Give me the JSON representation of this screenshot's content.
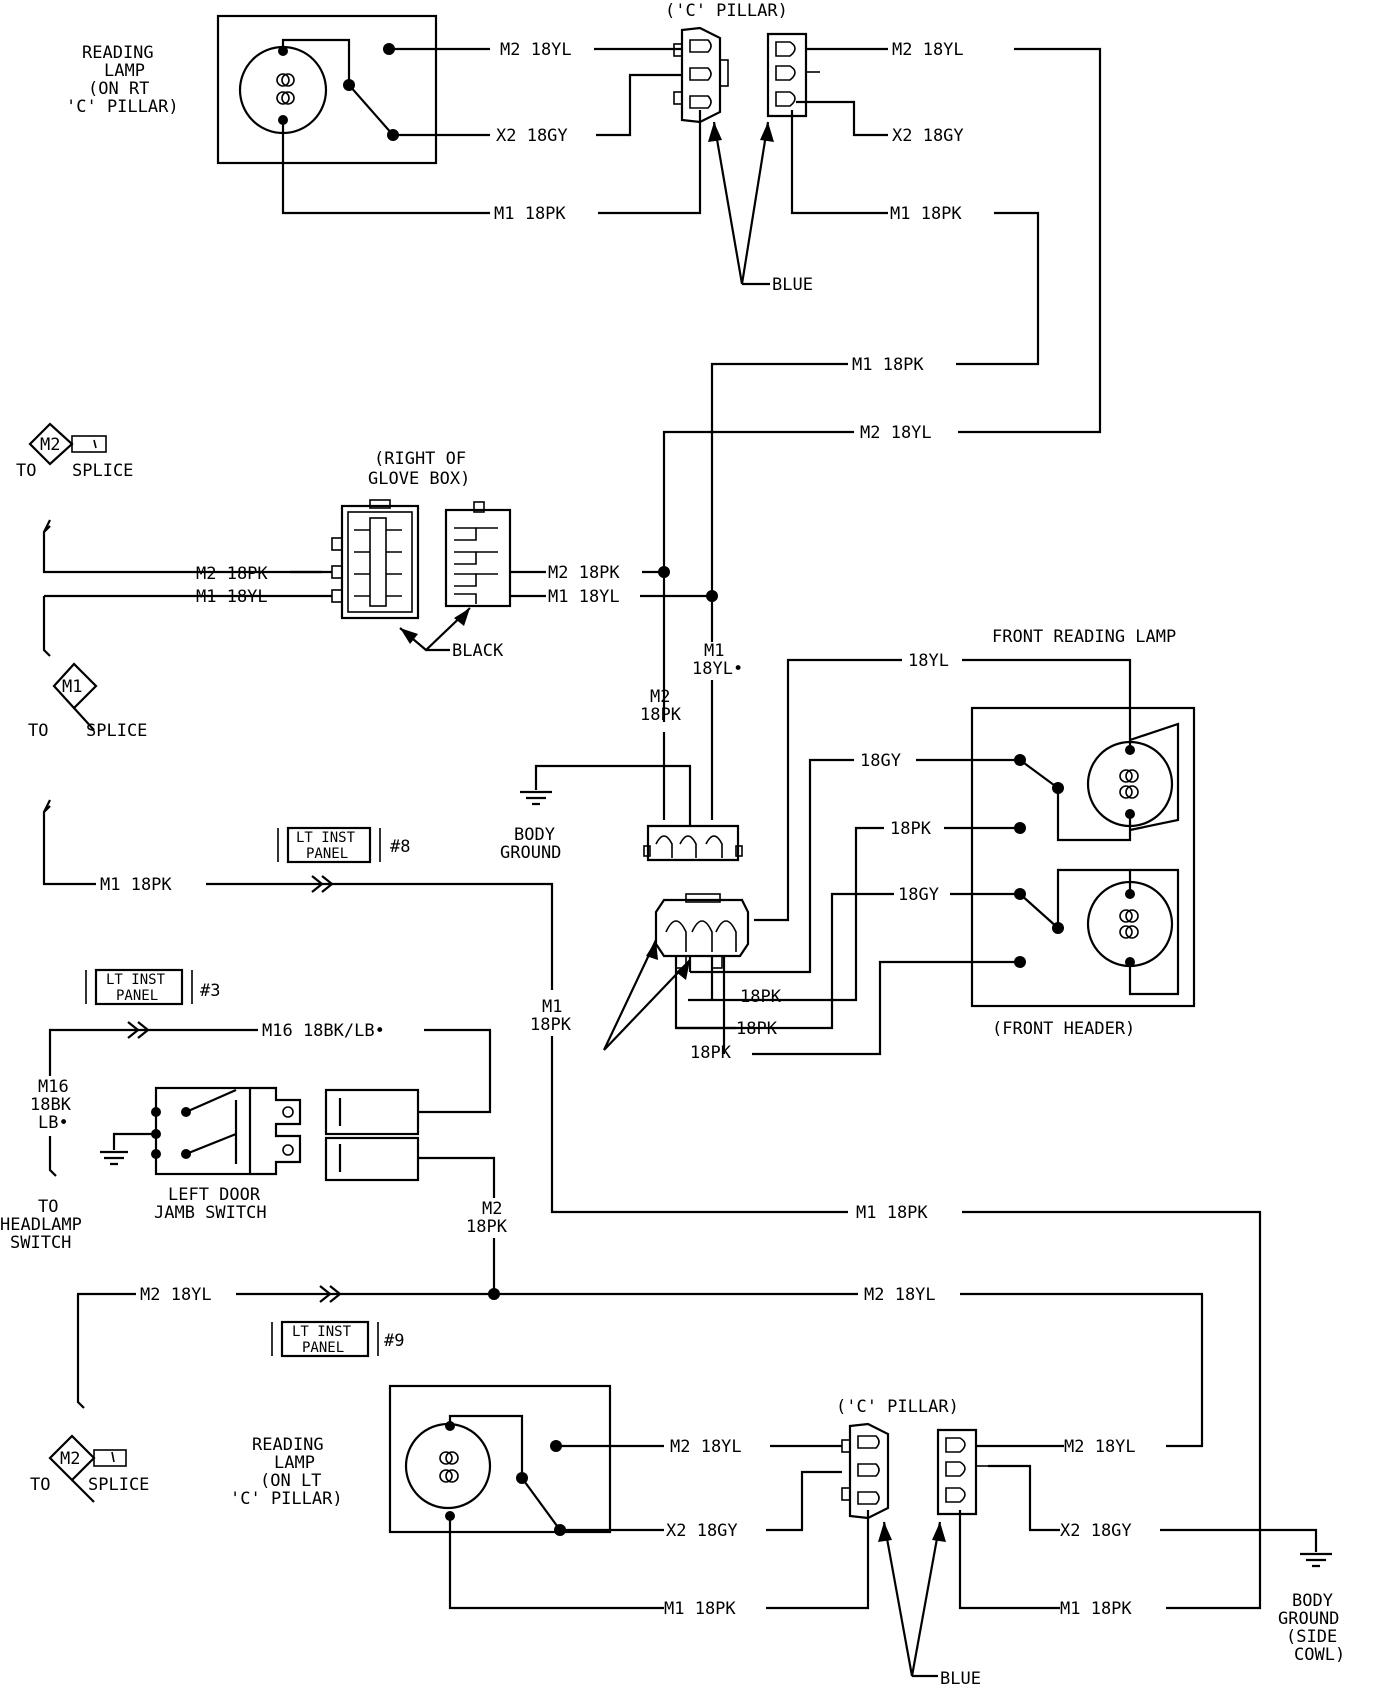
{
  "title": "('C' PILLAR)",
  "rt_lamp": {
    "l1": "READING",
    "l2": "LAMP",
    "l3": "(ON RT",
    "l4": "'C' PILLAR)"
  },
  "lt_lamp": {
    "l1": "READING",
    "l2": "LAMP",
    "l3": "(ON LT",
    "l4": "'C' PILLAR)"
  },
  "wires": {
    "m2_18yl": "M2  18YL",
    "x2_18gy": "X2  18GY",
    "m1_18pk": "M1  18PK",
    "m2_18pk": "M2  18PK",
    "m1_18yl": "M1  18YL",
    "m2": "M2",
    "m1": "M1",
    "pk18": "18PK",
    "yl18": "18YL",
    "yl18_dot": "18YL•",
    "gy18": "18GY",
    "m16_full": "M16  18BK/LB•",
    "m16": "M16",
    "bk18": "18BK",
    "lb": "LB•"
  },
  "colors": {
    "blue": "BLUE",
    "black": "BLACK"
  },
  "glove": {
    "l1": "(RIGHT OF",
    "l2": "GLOVE BOX)"
  },
  "front_lamp": "FRONT READING LAMP",
  "front_header": "(FRONT HEADER)",
  "body_ground": {
    "l1": "BODY",
    "l2": "GROUND"
  },
  "body_ground_side": {
    "l1": "BODY",
    "l2": "GROUND",
    "l3": "(SIDE",
    "l4": "COWL)"
  },
  "splice": {
    "to": "TO",
    "splice": "SPLICE",
    "m2": "M2",
    "m1": "M1"
  },
  "inst_panel": {
    "l1": "LT INST",
    "l2": "PANEL",
    "n8": "#8",
    "n3": "#3",
    "n9": "#9"
  },
  "door_switch": {
    "l1": "LEFT DOOR",
    "l2": "JAMB SWITCH"
  },
  "headlamp": {
    "l1": "TO",
    "l2": "HEADLAMP",
    "l3": "SWITCH"
  },
  "c_pillar_lower": "('C' PILLAR)"
}
